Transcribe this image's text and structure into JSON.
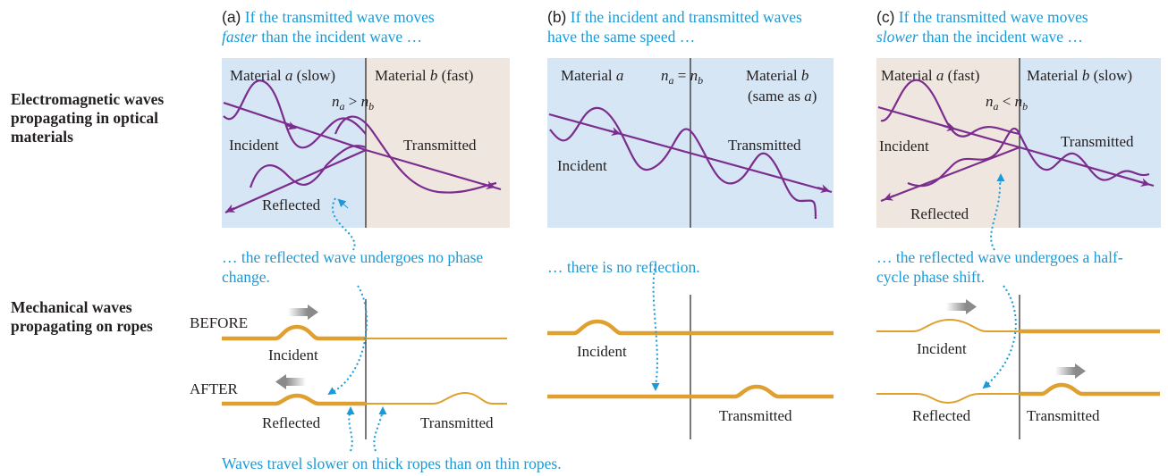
{
  "row_labels": {
    "em": "Electromagnetic waves propagating in optical materials",
    "rope": "Mechanical waves propagating on ropes"
  },
  "panels": [
    {
      "tag": "(a)",
      "caption_parts": [
        "If the transmitted wave moves",
        "faster",
        "than the incident wave …"
      ],
      "left_material": "Material a (slow)",
      "right_material": "Material b (fast)",
      "relation": "n_a > n_b",
      "incident": "Incident",
      "transmitted": "Transmitted",
      "reflected": "Reflected",
      "note": "… the reflected wave undergoes no phase change.",
      "rope_before": "BEFORE",
      "rope_after": "AFTER",
      "rope_incident": "Incident",
      "rope_reflected": "Reflected",
      "rope_transmitted": "Transmitted"
    },
    {
      "tag": "(b)",
      "caption": "If the incident and transmitted waves have the same speed …",
      "left_material": "Material a",
      "right_material": "Material b (same as a)",
      "relation": "n_a = n_b",
      "incident": "Incident",
      "transmitted": "Transmitted",
      "note": "… there is no reflection.",
      "rope_incident": "Incident",
      "rope_transmitted": "Transmitted"
    },
    {
      "tag": "(c)",
      "caption_parts": [
        "If the transmitted wave moves",
        "slower",
        "than the incident wave …"
      ],
      "left_material": "Material a (fast)",
      "right_material": "Material b (slow)",
      "relation": "n_a < n_b",
      "incident": "Incident",
      "transmitted": "Transmitted",
      "reflected": "Reflected",
      "note": "… the reflected wave undergoes a half-cycle phase shift.",
      "rope_incident": "Incident",
      "rope_reflected": "Reflected",
      "rope_transmitted": "Transmitted"
    }
  ],
  "footer_note": "Waves travel slower on thick ropes than on thin ropes.",
  "colors": {
    "slow_medium": "#d6e6f5",
    "fast_medium": "#f0e6e0",
    "wave": "#7b2d8e",
    "rope": "#e0a030",
    "annotation": "#1a9ad6"
  }
}
